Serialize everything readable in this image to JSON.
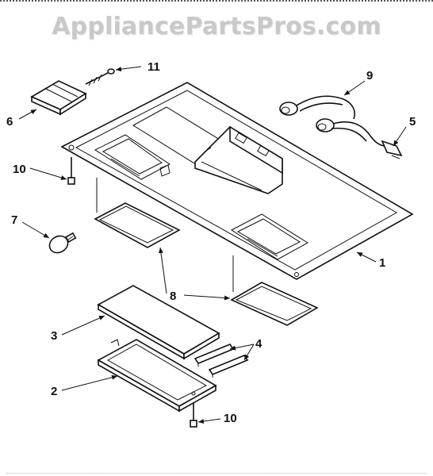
{
  "watermark": "AppliancePartsPros.com",
  "callouts": {
    "c1": "1",
    "c2": "2",
    "c3": "3",
    "c4": "4",
    "c5": "5",
    "c6": "6",
    "c7": "7",
    "c8": "8",
    "c9": "9",
    "c10a": "10",
    "c10b": "10",
    "c11": "11"
  }
}
